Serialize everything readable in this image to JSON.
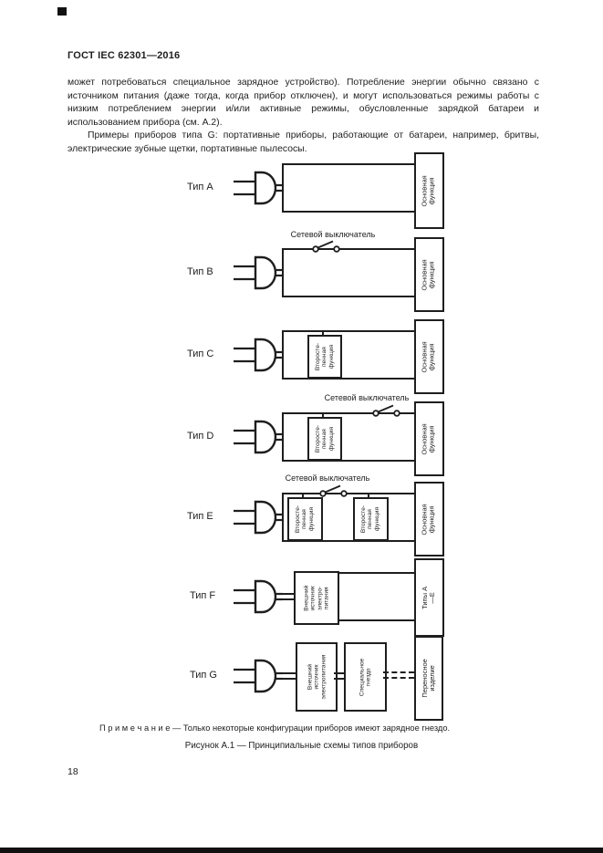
{
  "page": {
    "header": "ГОСТ IEC 62301—2016",
    "paragraph1": "может потребоваться специальное зарядное устройство). Потребление энергии обычно связано с источником питания (даже тогда, когда прибор отключен), и могут использоваться режимы работы с низким потреблением энергии и/или активные режимы, обусловленные зарядкой батареи и использованием прибора (см. А.2).",
    "paragraph2": "Примеры приборов типа G: портативные приборы, работающие от батареи, например, бритвы, электрические зубные щетки, портативные пылесосы.",
    "note": "П р и м е ч а н и е  —  Только некоторые конфигурации приборов имеют зарядное гнездо.",
    "figure_caption": "Рисунок А.1 — Принципиальные схемы типов приборов",
    "page_number": "18"
  },
  "diagram": {
    "switch_label": "Сетевой выключатель",
    "type_labels": {
      "a": "Тип A",
      "b": "Тип B",
      "c": "Тип C",
      "d": "Тип D",
      "e": "Тип E",
      "f": "Тип F",
      "g": "Тип G"
    },
    "boxes": {
      "main_function": "Основная функция",
      "secondary_function": "Второсте-\nпенная\nфункция",
      "external_power_f": "Внешний\nисточник\nэлектро-\nпитания",
      "external_power_g": "Внешний\nисточник\nэлектропитания",
      "special_socket": "Специальное\nгнездо",
      "types_a_e": "Типы А—Е",
      "portable_product": "Переносное изделие"
    },
    "colors": {
      "ink": "#1e1e1e",
      "paper": "#ffffff"
    }
  }
}
